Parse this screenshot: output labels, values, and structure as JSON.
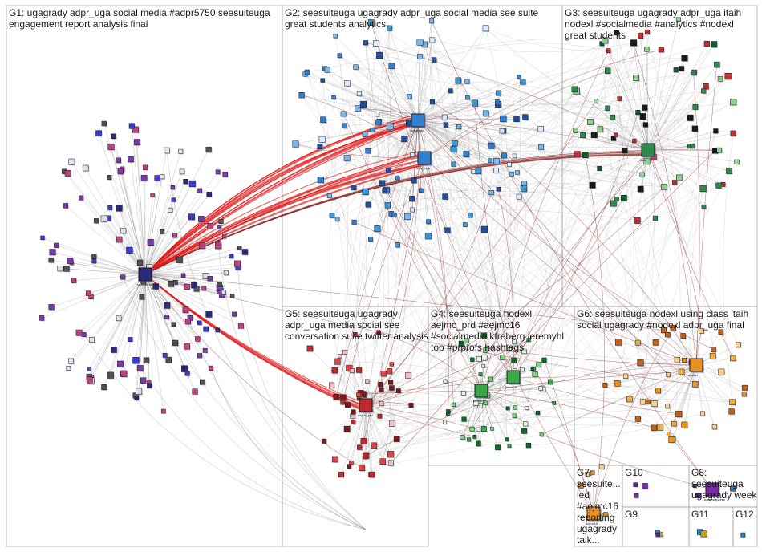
{
  "graph": {
    "colors": {
      "box_border": "#a8a8a8",
      "edge_gray": "#8a8a8a",
      "edge_brown": "#8b2a2a",
      "edge_red": "#e01b1b",
      "node_border": "#1a1a1a",
      "g1_palette": [
        "#2a2a7a",
        "#7a3aa8",
        "#3a3acc",
        "#e0e0f0",
        "#c04080",
        "#505050"
      ],
      "g2_palette": [
        "#2f7fd3",
        "#7ab6ea",
        "#1f4f9f",
        "#d8ecff",
        "#3a9ad9"
      ],
      "g3_palette": [
        "#2e8a4a",
        "#0e5a2a",
        "#8fd08f",
        "#1a1a1a",
        "#c03030"
      ],
      "g4_palette": [
        "#3aa84a",
        "#7cd47c",
        "#0e6a2a",
        "#e0f4e0"
      ],
      "g5_palette": [
        "#c0282a",
        "#7a1a1a",
        "#f0c0c0",
        "#e04848"
      ],
      "g6_palette": [
        "#e89020",
        "#c86010",
        "#f8d090",
        "#f0b040"
      ],
      "misc_palette": [
        "#7a2aa8",
        "#c0a020",
        "#2a7ac0",
        "#5a2a8a"
      ]
    },
    "groups": [
      {
        "id": "G1",
        "lines": [
          "G1: ugagrady adpr_uga social media #adpr5750 seesuiteuga",
          "engagement report analysis final"
        ]
      },
      {
        "id": "G2",
        "lines": [
          "G2: seesuiteuga ugagrady adpr_uga social media see suite",
          "great students analytics"
        ]
      },
      {
        "id": "G3",
        "lines": [
          "G3: seesuiteuga ugagrady adpr_uga itaih",
          "nodexl #socialmedia #analytics #nodexl",
          "great students"
        ]
      },
      {
        "id": "G5",
        "lines": [
          "G5: seesuiteuga ugagrady",
          "adpr_uga media social see",
          "conversation suite twitter analysis"
        ]
      },
      {
        "id": "G4",
        "lines": [
          "G4: seesuiteuga nodexl",
          "aejmc_prd #aejmc16",
          "#socialmedia kfreberg jeremyhl",
          "top #prprofs hashtags"
        ]
      },
      {
        "id": "G6",
        "lines": [
          "G6: seesuiteuga nodexl using class itaih",
          "social ugagrady #nodexl adpr_uga final"
        ]
      },
      {
        "id": "G7",
        "lines": [
          "G7:",
          "seesuite...",
          "led",
          "#aejmc16",
          "reporting",
          "ugagrady",
          "talk..."
        ]
      },
      {
        "id": "G10",
        "lines": [
          "G10"
        ]
      },
      {
        "id": "G8",
        "lines": [
          "G8:",
          "seesuiteuga",
          "ugagrady week"
        ]
      },
      {
        "id": "G9",
        "lines": [
          "G9"
        ]
      },
      {
        "id": "G11",
        "lines": [
          "G11"
        ]
      },
      {
        "id": "G12",
        "lines": [
          "G12"
        ]
      }
    ],
    "hubs": [
      {
        "id": "seesuiteuga",
        "label": "seesuiteuga",
        "group": "G1"
      },
      {
        "id": "ugagrady",
        "label": "ugagrady",
        "group": "G2"
      },
      {
        "id": "adpr_uga",
        "label": "adpr_uga",
        "group": "G2"
      },
      {
        "id": "itaih",
        "label": "itaih",
        "group": "G3"
      },
      {
        "id": "kfreberg",
        "label": "kfreberg",
        "group": "G4"
      },
      {
        "id": "jeremyhl",
        "label": "jeremyhl",
        "group": "G4"
      },
      {
        "id": "aejmc_prd",
        "label": "aejmc_prd",
        "group": "G5"
      },
      {
        "id": "nodexl",
        "label": "nodexl",
        "group": "G6"
      },
      {
        "id": "aejmc16",
        "label": "aejmc16",
        "group": "G7"
      },
      {
        "id": "week",
        "label": "ugagradyweek",
        "group": "G8"
      }
    ]
  }
}
